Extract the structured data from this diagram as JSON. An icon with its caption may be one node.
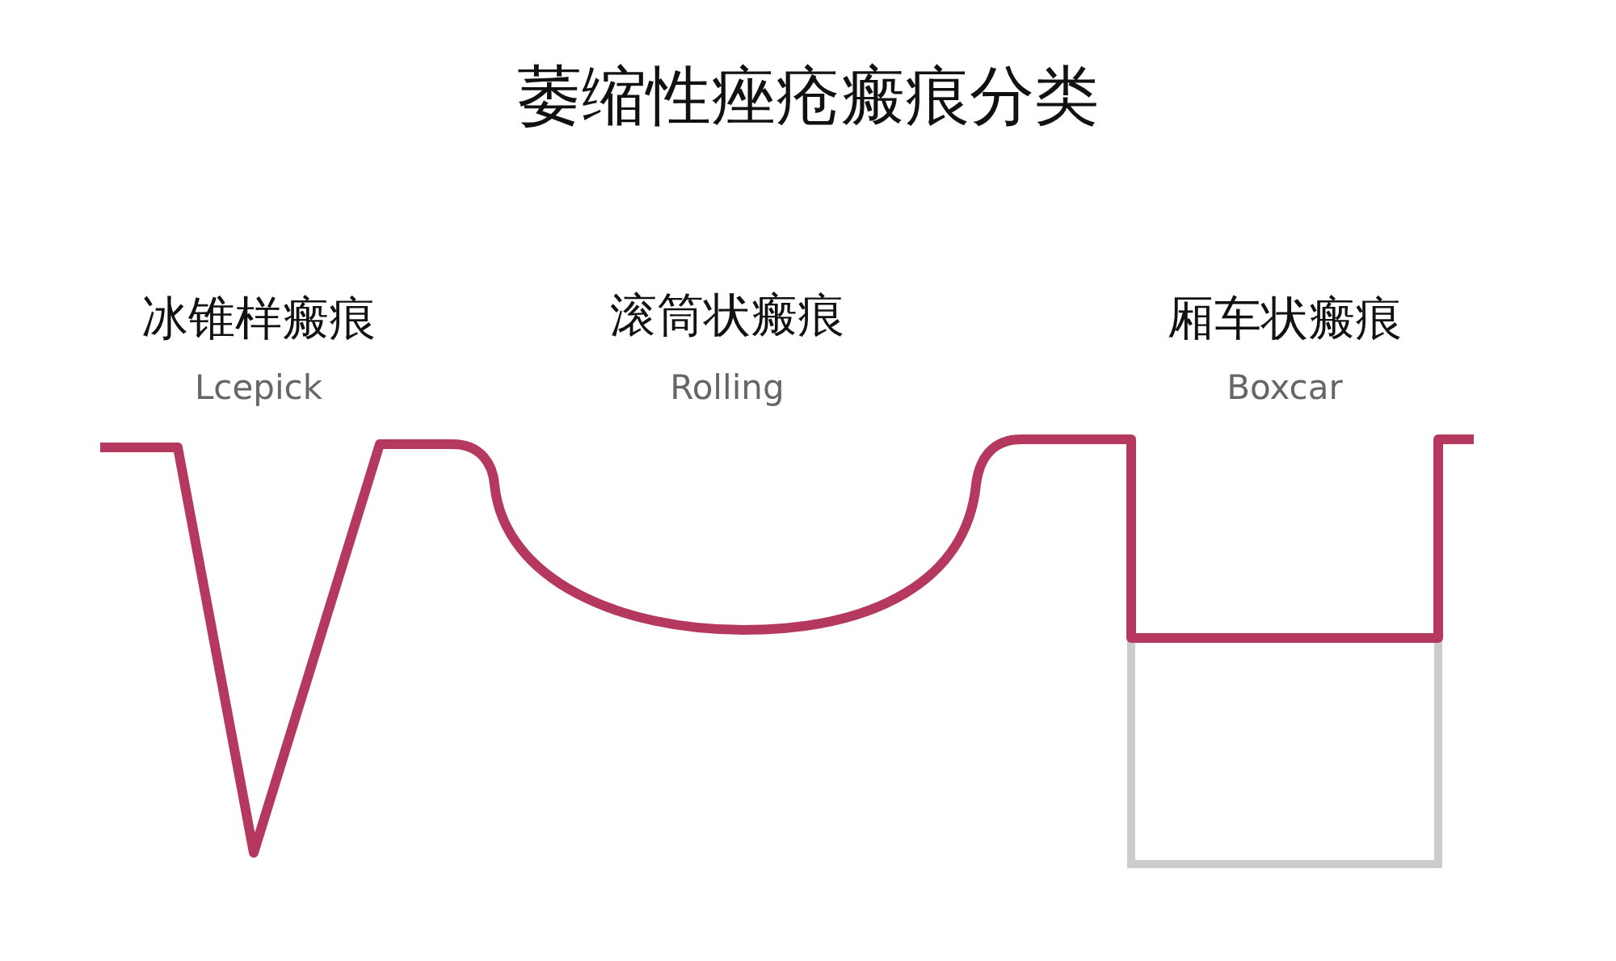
{
  "diagram": {
    "title": "萎缩性痤疮瘢痕分类",
    "labels": [
      "冰锥样瘢痕",
      "Lcepick",
      "滚筒状瘢痕",
      "Rolling",
      "厢车状瘢痕",
      "Boxcar"
    ]
  }
}
